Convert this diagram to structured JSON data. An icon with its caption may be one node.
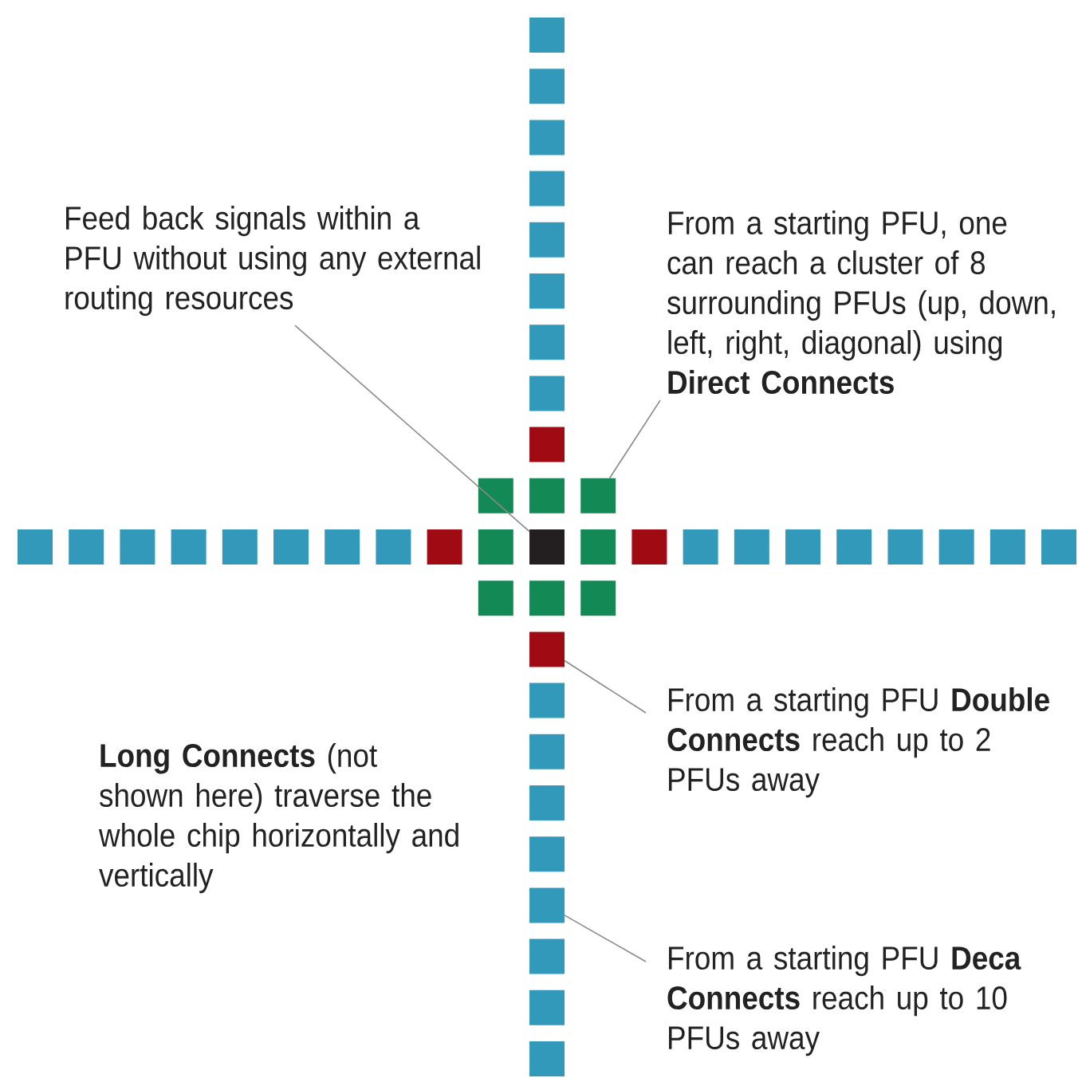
{
  "diagram": {
    "nodes": [
      {
        "text": [
          "Feed back signals within a PFU without using any external routing resources"
        ]
      },
      {
        "text": [],
        "shape": "box"
      },
      {
        "text": [
          "From a starting PFU, one can reach a cluster of 8 surrounding PFUs (up, down, left, right, diagonal) using **Direct Connects**"
        ]
      },
      {
        "text": [],
        "shape": "box"
      },
      {
        "text": [
          "From a starting PFU **Double Connects** reach up to 2 PFUs away"
        ]
      },
      {
        "text": [],
        "shape": "box"
      },
      {
        "text": [
          "From a starting PFU **Deca Connects** reach up to 10 PFUs away"
        ]
      },
      {
        "text": [],
        "shape": "box"
      }
    ],
    "edges": [
      {
        "from": 0,
        "to": 1,
        "arrow": "none"
      },
      {
        "from": 2,
        "to": 3,
        "arrow": "none"
      },
      {
        "from": 4,
        "to": 5,
        "arrow": "none"
      },
      {
        "from": 6,
        "to": 7,
        "arrow": "none"
      }
    ],
    "labels": [
      "**Long Connects** (not shown here) traverse the whole chip horizontally and vertically"
    ]
  }
}
